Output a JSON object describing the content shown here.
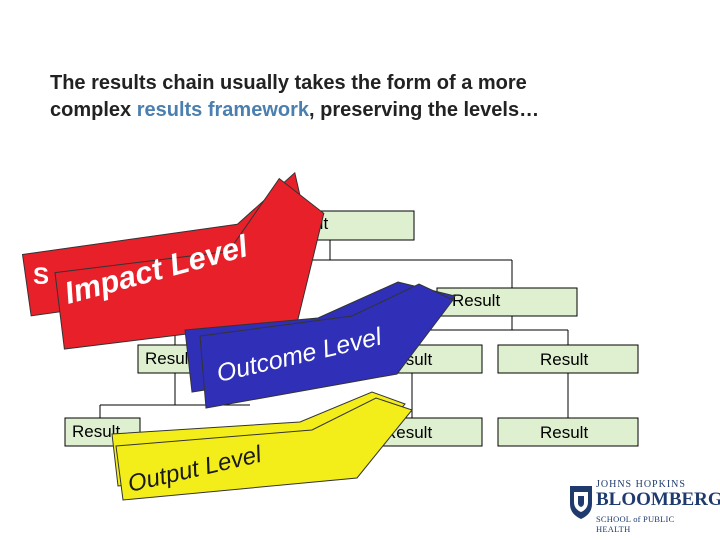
{
  "heading": {
    "part1": "The results chain usually takes the form of a more complex ",
    "highlight": "results framework",
    "part2": ", preserving the levels…"
  },
  "result_label": "Result",
  "banners": {
    "impact": {
      "back_text": "S",
      "front_text": "Impact Level",
      "color": "#e8202a"
    },
    "outcome": {
      "front_text": "Outcome Level",
      "color": "#2f2fb8"
    },
    "output": {
      "front_text": "Output Level",
      "color": "#f3ee1a"
    }
  },
  "box_color": "#dff0d0",
  "logo": {
    "line1": "JOHNS HOPKINS",
    "line2": "BLOOMBERG",
    "line3": "SCHOOL of PUBLIC HEALTH"
  }
}
